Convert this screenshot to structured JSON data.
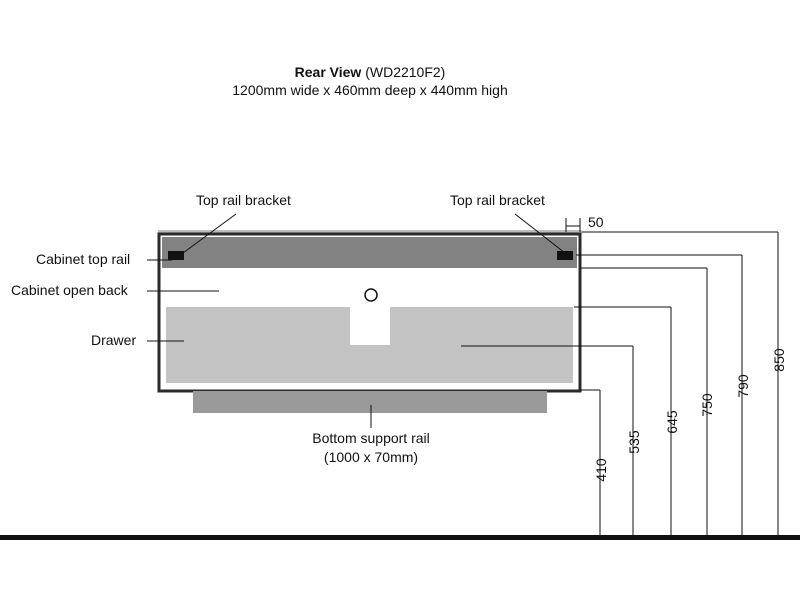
{
  "title": {
    "bold": "Rear View",
    "code": "(WD2210F2)",
    "dimensions": "1200mm wide x 460mm deep x 440mm high"
  },
  "labels": {
    "top_rail_bracket_left": "Top rail bracket",
    "top_rail_bracket_right": "Top rail bracket",
    "cabinet_top_rail": "Cabinet top rail",
    "cabinet_open_back": "Cabinet open back",
    "drawer": "Drawer",
    "bottom_support_rail_line1": "Bottom support rail",
    "bottom_support_rail_line2": "(1000 x 70mm)"
  },
  "dimensions": {
    "bracket_width": "50",
    "h410": "410",
    "h535": "535",
    "h645": "645",
    "h750": "750",
    "h790": "790",
    "h850": "850"
  },
  "colors": {
    "top_rail": "#828282",
    "drawer": "#c3c3c3",
    "bottom_rail": "#9a9a9a",
    "outline": "#2b2b2b",
    "floor": "#111111"
  }
}
